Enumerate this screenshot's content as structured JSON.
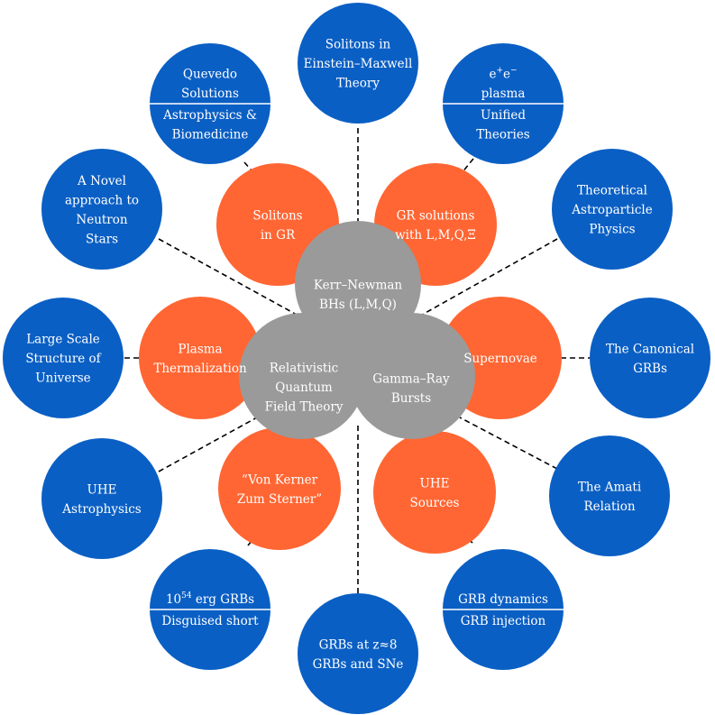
{
  "colors": {
    "outer": "#0a5fc4",
    "middle": "#ff6633",
    "core": "#9a9a9a",
    "text": "#ffffff",
    "connector": "#000000"
  },
  "core": [
    {
      "lines": [
        "Kerr–Newman",
        "BHs (L,M,Q)"
      ]
    },
    {
      "lines": [
        "Relativistic",
        "Quantum",
        "Field Theory"
      ]
    },
    {
      "lines": [
        "Gamma–Ray",
        "Bursts"
      ]
    }
  ],
  "middle": [
    {
      "lines": [
        "Solitons",
        "in GR"
      ]
    },
    {
      "lines": [
        "GR solutions",
        "with L,M,Q,Ξ"
      ]
    },
    {
      "lines": [
        "Supernovae"
      ]
    },
    {
      "lines": [
        "UHE",
        "Sources"
      ]
    },
    {
      "lines": [
        "“Von Kerner",
        "Zum Sterner”"
      ]
    },
    {
      "lines": [
        "Plasma",
        "Thermalization"
      ]
    }
  ],
  "outer": [
    {
      "lines": [
        "Solitons in",
        "Einstein–Maxwell",
        "Theory"
      ]
    },
    {
      "top": [
        "e+e−",
        "plasma"
      ],
      "bottom": [
        "Unified",
        "Theories"
      ]
    },
    {
      "lines": [
        "Theoretical",
        "Astroparticle",
        "Physics"
      ]
    },
    {
      "lines": [
        "The Canonical",
        "GRBs"
      ]
    },
    {
      "lines": [
        "The Amati",
        "Relation"
      ]
    },
    {
      "top": [
        "GRB dynamics"
      ],
      "bottom": [
        "GRB injection"
      ]
    },
    {
      "lines": [
        "GRBs at z≈8",
        "GRBs and SNe"
      ]
    },
    {
      "top": [
        "10^54 erg GRBs"
      ],
      "bottom": [
        "Disguised short"
      ]
    },
    {
      "lines": [
        "UHE",
        "Astrophysics"
      ]
    },
    {
      "lines": [
        "Large Scale",
        "Structure of",
        "Universe"
      ]
    },
    {
      "lines": [
        "A Novel",
        "approach to",
        "Neutron",
        "Stars"
      ]
    },
    {
      "top": [
        "Quevedo",
        "Solutions"
      ],
      "bottom": [
        "Astrophysics &",
        "Biomedicine"
      ]
    }
  ]
}
